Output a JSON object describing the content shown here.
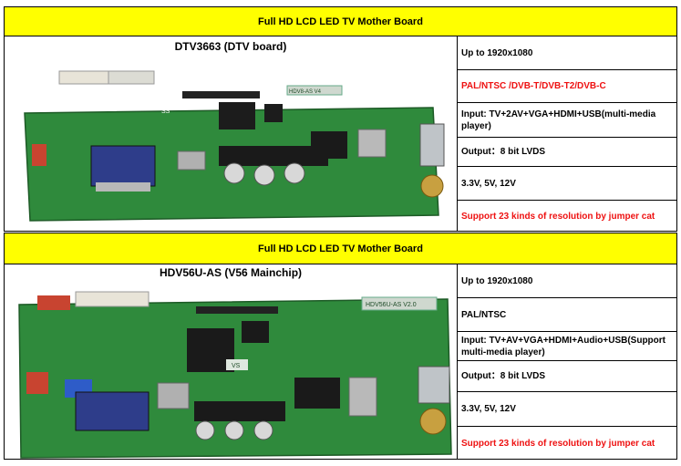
{
  "sections": [
    {
      "banner": "Full HD LCD LED TV Mother Board",
      "board_title": "DTV3663 (DTV board)",
      "specs": [
        {
          "text": "Up to 1920x1080",
          "color": "#000000"
        },
        {
          "text": "PAL/NTSC /DVB-T/DVB-T2/DVB-C",
          "color": "#ee1111"
        },
        {
          "text": "Input: TV+2AV+VGA+HDMI+USB(multi-media player)",
          "color": "#000000"
        },
        {
          "text": "Output：8 bit LVDS",
          "color": "#000000"
        },
        {
          "text": "3.3V, 5V, 12V",
          "color": "#000000"
        },
        {
          "text": "Support 23 kinds of resolution by jumper cat",
          "color": "#ee1111"
        }
      ],
      "pcb_text": [
        "HDV8-AS V4",
        "SS"
      ]
    },
    {
      "banner": "Full HD LCD LED TV Mother Board",
      "board_title": "HDV56U-AS (V56 Mainchip)",
      "specs": [
        {
          "text": "Up to 1920x1080",
          "color": "#000000"
        },
        {
          "text": "PAL/NTSC",
          "color": "#000000"
        },
        {
          "text": "Input: TV+AV+VGA+HDMI+Audio+USB(Support multi-media player)",
          "color": "#000000"
        },
        {
          "text": "Output：8 bit LVDS",
          "color": "#000000"
        },
        {
          "text": "3.3V, 5V, 12V",
          "color": "#000000"
        },
        {
          "text": "Support 23 kinds of resolution by jumper cat",
          "color": "#ee1111"
        }
      ],
      "pcb_text": [
        "HDV56U-AS V2.0",
        "VS"
      ]
    }
  ],
  "colors": {
    "banner": "#ffff00",
    "pcb": "#2f8a3c",
    "red_text": "#ee1111"
  }
}
